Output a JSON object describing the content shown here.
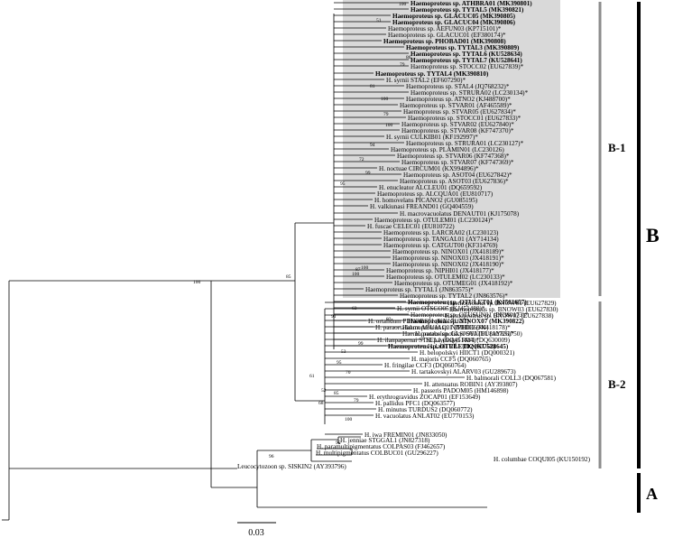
{
  "clades": {
    "b1": "B-1",
    "b2": "B-2",
    "b": "B",
    "a": "A"
  },
  "scale_label": "0.03",
  "colors": {
    "highlight": "#d9d9d9",
    "branch": "#000000",
    "clade_bar": "#8c8c8c"
  },
  "taxa": [
    {
      "text": "Haemoproteus sp. ATHBRA01 (MK390801)",
      "bold": true
    },
    {
      "text": "Haemoproteus sp. TYTAL5 (MK390821)",
      "bold": true
    },
    {
      "text": "Haemoproteus sp. GLACUC05 (MK390805)",
      "bold": true
    },
    {
      "text": "Haemoproteus sp. GLACUC04 (MK390806)",
      "bold": true
    },
    {
      "text": "Haemoproteus sp. AEFUN03 (KP715101)*",
      "bold": false
    },
    {
      "text": "Haemoproteus sp. GLACUC01 (EF380174)*",
      "bold": false
    },
    {
      "text": "Haemoproteus sp. PHOBAD01 (MK390808)",
      "bold": true
    },
    {
      "text": "Haemoproteus sp. TYTAL3 (MK390809)",
      "bold": true
    },
    {
      "text": "Haemoproteus sp. TYTAL6 (KU528634)",
      "bold": true
    },
    {
      "text": "Haemoproteus sp. TYTAL7 (KU528641)",
      "bold": true
    },
    {
      "text": "Haemoproteus sp. STOCC02 (EU627839)*",
      "bold": false
    },
    {
      "text": "Haemoproteus sp. TYTAL4 (MK390810)",
      "bold": true
    },
    {
      "text": "H. syrnii STAL2 (EF607290)*",
      "bold": false
    },
    {
      "text": "Haemoproteus sp. STAL4 (JQ768232)*",
      "bold": false
    },
    {
      "text": "Haemoproteus sp. STRURA02 (LC230134)*",
      "bold": false
    },
    {
      "text": "Haemoproteus sp. ATNO2 (KJ488700)*",
      "bold": false
    },
    {
      "text": "Haemoproteus sp. STVAR01 (AF465589)*",
      "bold": false
    },
    {
      "text": "Haemoproteus sp. STVAR05 (EU627834)*",
      "bold": false
    },
    {
      "text": "Haemoproteus sp. STOCC01 (EU627833)*",
      "bold": false
    },
    {
      "text": "Haemoproteus sp. STVAR02 (EU627840)*",
      "bold": false
    },
    {
      "text": "Haemoproteus sp. STVAR08 (KF747370)*",
      "bold": false
    },
    {
      "text": "H. syrnii CULKIB01 (KF192997)*",
      "bold": false
    },
    {
      "text": "Haemoproteus sp. STRURA01 (LC230127)*",
      "bold": false
    },
    {
      "text": "Haemoproteus sp. PLAMIN01 (LC230126)",
      "bold": false
    },
    {
      "text": "Haemoproteus sp. STVAR06 (KF747368)*",
      "bold": false
    },
    {
      "text": "Haemoproteus sp. STVAR07 (KF747369)*",
      "bold": false
    },
    {
      "text": "H. noctuae CIRCUM01 (KX994896)*",
      "bold": false
    },
    {
      "text": "Haemoproteus sp. ASOT04 (EU627842)*",
      "bold": false
    },
    {
      "text": "Haemoproteus sp. ASOT03 (EU627836)*",
      "bold": false
    },
    {
      "text": "H. enucleator ALCLEU01 (DQ659592)",
      "bold": false
    },
    {
      "text": "Haemoproteus sp. ALCQUA01 (EU810717)",
      "bold": false
    },
    {
      "text": "H. homovelans PICANO2 (GU085195)",
      "bold": false
    },
    {
      "text": "H. valkiunasi FREAND01 (GQ404559)",
      "bold": false
    },
    {
      "text": "H. macrovacuolatus DENAUT01 (KJ175078)",
      "bold": false
    },
    {
      "text": "Haemoproteus sp. OTULEM01 (LC230124)*",
      "bold": false
    },
    {
      "text": "H. fuscae CELEC01 (EU810722)",
      "bold": false
    },
    {
      "text": "Haemoproteus sp. LARCRA02 (LC230123)",
      "bold": false
    },
    {
      "text": "Haemoproteus sp. TANGAL01 (AY714134)",
      "bold": false
    },
    {
      "text": "Haemoproteus sp. CATGUT00 (KF314769)",
      "bold": false
    },
    {
      "text": "Haemoproteus sp. NINOX01 (JX418189)*",
      "bold": false
    },
    {
      "text": "Haemoproteus sp. NINOX03 (JX418191)*",
      "bold": false
    },
    {
      "text": "Haemoproteus sp. NINOX02 (JX418190)*",
      "bold": false
    },
    {
      "text": "Haemoproteus sp. NIPHI01 (JX418177)*",
      "bold": false
    },
    {
      "text": "Haemoproteus sp. OTULEM02 (LC230133)*",
      "bold": false
    },
    {
      "text": "Haemoproteus sp. OTUMEG01 (JX418192)*",
      "bold": false
    },
    {
      "text": "Haemoproteus sp. TYTAL1 (JN863575)*",
      "bold": false
    },
    {
      "text": "Haemoproteus sp. TYTAL2 (JN863576)*",
      "bold": false
    },
    {
      "text": "Haemoproteus sp. OTULET01 (KJ561657)",
      "bold": true
    },
    {
      "text": "H. syrnii OTSCO05 (KJ451480)*",
      "bold": false
    },
    {
      "text": "Haemoproteus sp. OTUSUN01 (EF380173)*",
      "bold": false
    },
    {
      "text": "Haemoproteus sp. NINOX07 (MK390822)",
      "bold": true
    },
    {
      "text": "Haemoproteus sp. NIPHI02 (JX418178)*",
      "bold": false
    },
    {
      "text": "Haemoproteus sp. GLSJO01 (EU810726)*",
      "bold": false
    },
    {
      "text": "H. ilanpapernai STSEL1 (DQ451424)*",
      "bold": false
    },
    {
      "text": "Haemoproteus sp. OTULET02 (KU528645)",
      "bold": true
    },
    {
      "text": "Haemoproteus sp. BNOW01 (EU627829)",
      "bold": false
    },
    {
      "text": "Haemoproteus sp. BNOW03 (EU627830)",
      "bold": false
    },
    {
      "text": "Haemoproteus sp. BNOW02 (EU627838)",
      "bold": false
    },
    {
      "text": "H. ortalidum PENOBS01 (KX171627)",
      "bold": false
    },
    {
      "text": "H. paraortalidum ABUJAC01 (MH036944)",
      "bold": false
    },
    {
      "text": "H. parabelopolskyi SYAT01 (AY831750)",
      "bold": false
    },
    {
      "text": "H. payevskyi RW1 (DQ630009)",
      "bold": false
    },
    {
      "text": "H. lanii RB1 (DQ060768)",
      "bold": false
    },
    {
      "text": "H. belopolskyi HIICT1 (DQ000321)",
      "bold": false
    },
    {
      "text": "H. majoris CCF5 (DQ060765)",
      "bold": false
    },
    {
      "text": "H. fringilae CCF3 (DQ060764)",
      "bold": false
    },
    {
      "text": "H. tartakovskyi ALARV03 (GU289673)",
      "bold": false
    },
    {
      "text": "H. balmorali COLL3 (DQ067581)",
      "bold": false
    },
    {
      "text": "H. attenuatus ROBIN1 (AY393807)",
      "bold": false
    },
    {
      "text": "H. passeris PADOM05 (HM146898)",
      "bold": false
    },
    {
      "text": "H. erythrogravidus ZOCAP01 (EF153649)",
      "bold": false
    },
    {
      "text": "H. pallidus PFC1 (DQ063577)",
      "bold": false
    },
    {
      "text": "H. minutus TURDUS2 (DQ060772)",
      "bold": false
    },
    {
      "text": "H. vacuolatus ANLAT02 (EU770153)",
      "bold": false
    },
    {
      "text": "H. iwa FREMIN01 (JN833050)",
      "bold": false
    },
    {
      "text": "H. jenniae STGGAL1 (JN827318)",
      "bold": false
    },
    {
      "text": "H. paramultipigmentatus COLPAS03 (FJ462657)",
      "bold": false
    },
    {
      "text": "H. multipigmentatus COLBUC01 (GU296227)",
      "bold": false
    },
    {
      "text": "H. columbae COQUI05 (KU150192)",
      "bold": false
    },
    {
      "text": "Leucocytozoon sp. SISKIN2 (AY393796)",
      "bold": false
    }
  ],
  "supports": [
    "100",
    "51",
    "86",
    "79",
    "81",
    "100",
    "79",
    "100",
    "94",
    "72",
    "99",
    "95",
    "100",
    "87",
    "100",
    "63",
    "83",
    "99",
    "91",
    "53",
    "95",
    "70",
    "61",
    "52",
    "85",
    "79",
    "68",
    "100",
    "95",
    "85",
    "96",
    "100"
  ]
}
